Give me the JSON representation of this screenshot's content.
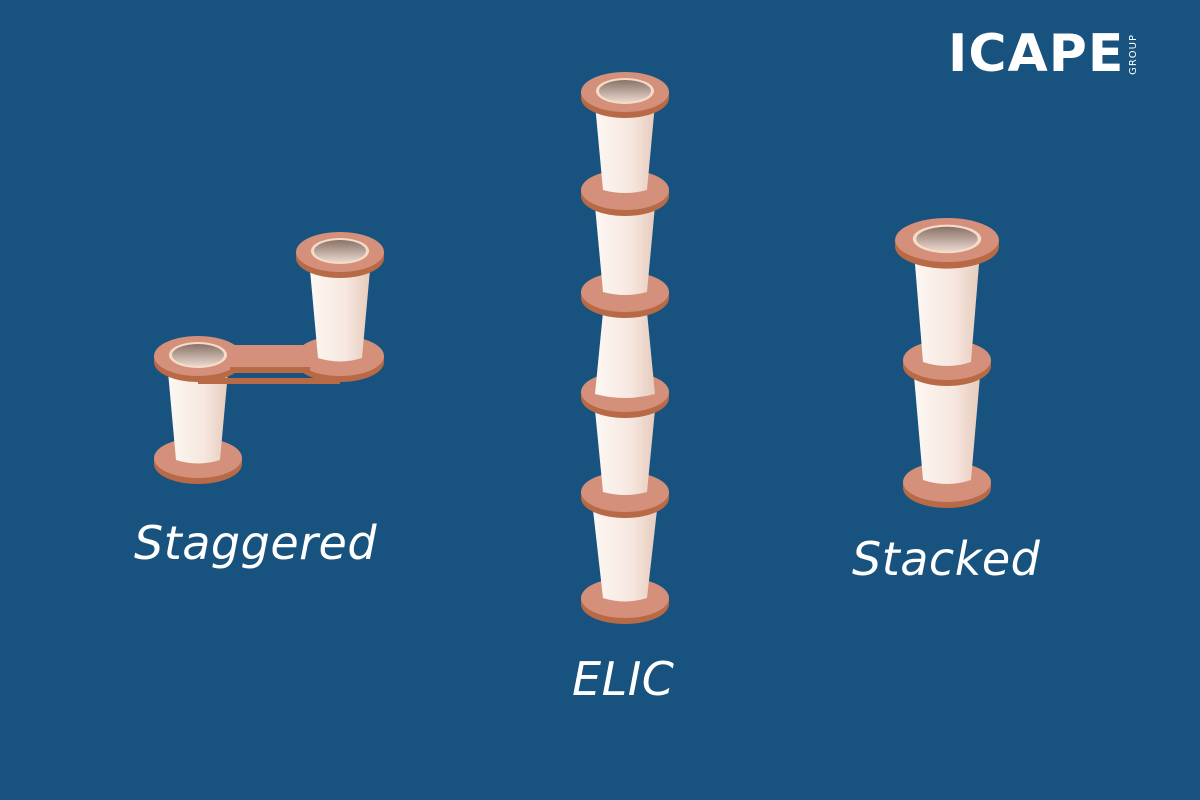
{
  "logo": {
    "main": "ICAPE",
    "sub": "GROUP"
  },
  "labels": {
    "staggered": "Staggered",
    "elic": "ELIC",
    "stacked": "Stacked"
  },
  "colors": {
    "background": "#18527e",
    "pad_top": "#d4907a",
    "pad_edge": "#b86a47",
    "barrel": "#f8ece6",
    "barrel_shade": "#e9d3c8",
    "hole_rim": "#f5dcc8",
    "hole_inner": "#9c8478",
    "text": "#ffffff"
  },
  "diagram": {
    "groups": [
      {
        "name": "Staggered",
        "description": "Two offset microvias linked by a trace pad"
      },
      {
        "name": "ELIC",
        "description": "Six microvias stacked every layer (any-layer interconnect)"
      },
      {
        "name": "Stacked",
        "description": "Two microvias stacked directly on top of each other"
      }
    ]
  }
}
